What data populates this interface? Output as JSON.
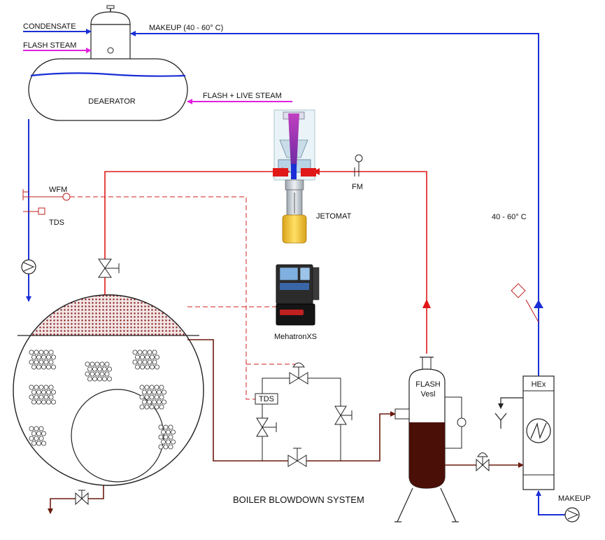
{
  "labels": {
    "condensate": "CONDENSATE",
    "flash_steam": "FLASH STEAM",
    "makeup_temp": "MAKEUP (40 - 60° C)",
    "deaerator": "DEAERATOR",
    "flash_live_steam": "FLASH + LIVE STEAM",
    "wfm": "WFM",
    "tds_left": "TDS",
    "fm": "FM",
    "jetomat": "JETOMAT",
    "temp_40_60": "40 - 60° C",
    "mehatron": "MehatronXS",
    "tds_box": "TDS",
    "flash_vessel_line1": "FLASH",
    "flash_vessel_line2": "Vesl",
    "hex": "HEx",
    "boiler_blowdown": "BOILER BLOWDOWN SYSTEM",
    "makeup": "MAKEUP"
  },
  "colors": {
    "water_blue": "#1a2fd6",
    "flash_steam_magenta": "#e020e0",
    "live_steam_red": "#e01818",
    "blowdown_brown": "#6b1a0e",
    "signal_red": "#d02020",
    "outline": "#222222"
  }
}
